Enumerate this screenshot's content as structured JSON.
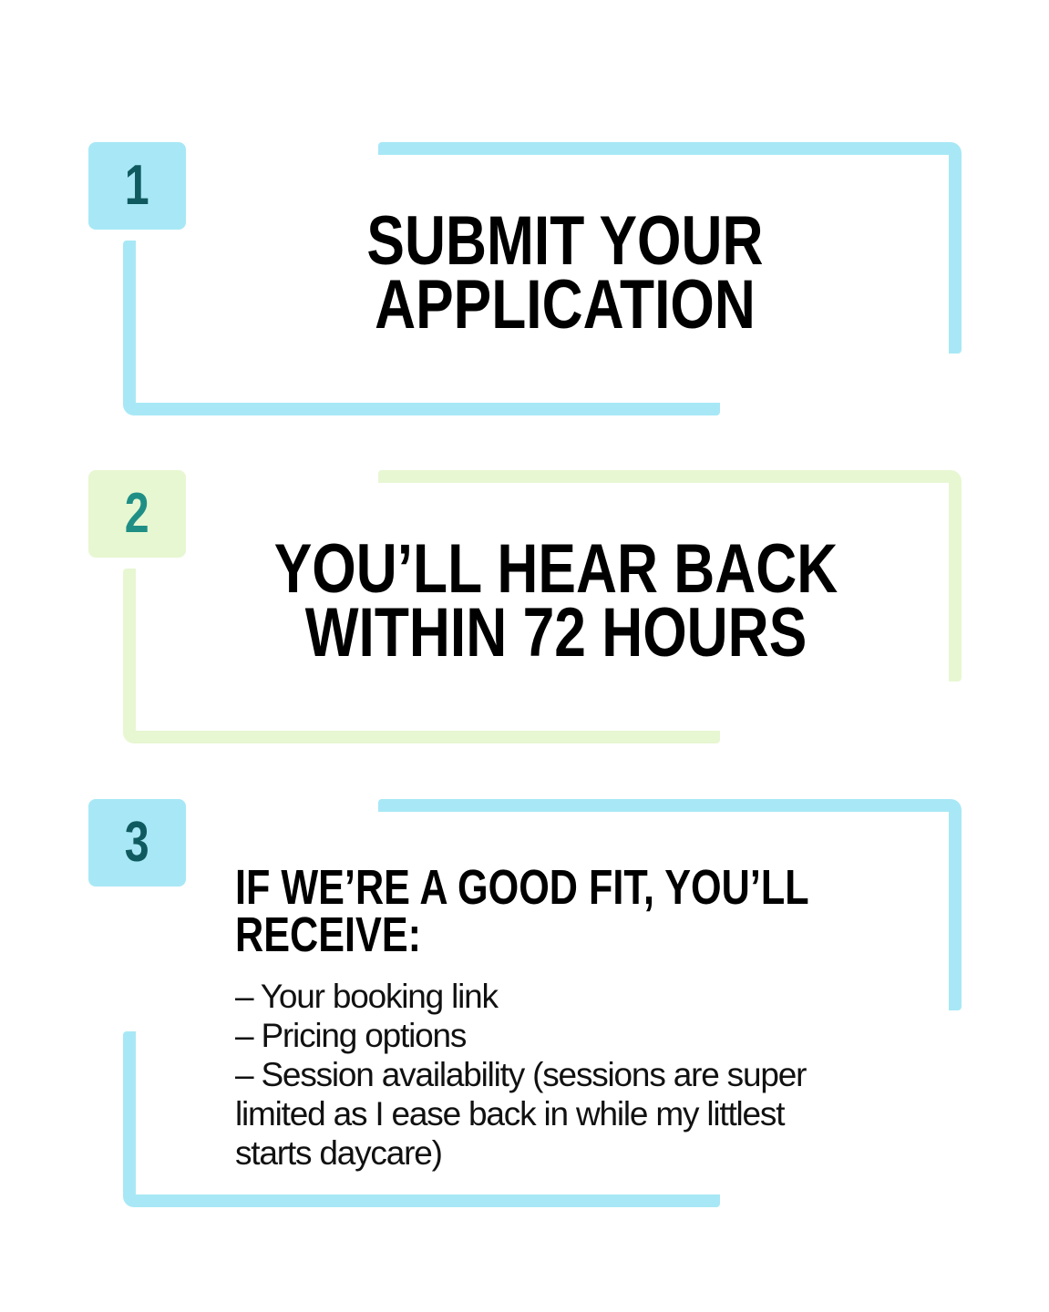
{
  "steps": [
    {
      "number": "1",
      "title_lines": [
        "SUBMIT YOUR",
        "APPLICATION"
      ],
      "accent_color": "#a8e8f6",
      "number_color": "#0f5a5f"
    },
    {
      "number": "2",
      "title_lines": [
        "YOU’LL HEAR BACK",
        "WITHIN 72 HOURS"
      ],
      "accent_color": "#e7f7d2",
      "number_color": "#1f8f86"
    },
    {
      "number": "3",
      "title_lines": [
        "IF WE’RE A GOOD FIT, YOU’LL",
        "RECEIVE:"
      ],
      "accent_color": "#a8e8f6",
      "number_color": "#0f5a5f",
      "details": [
        "– Your booking link",
        "– Pricing options",
        "– Session availability (sessions are super limited as I ease back in while my littlest starts daycare)"
      ]
    }
  ]
}
